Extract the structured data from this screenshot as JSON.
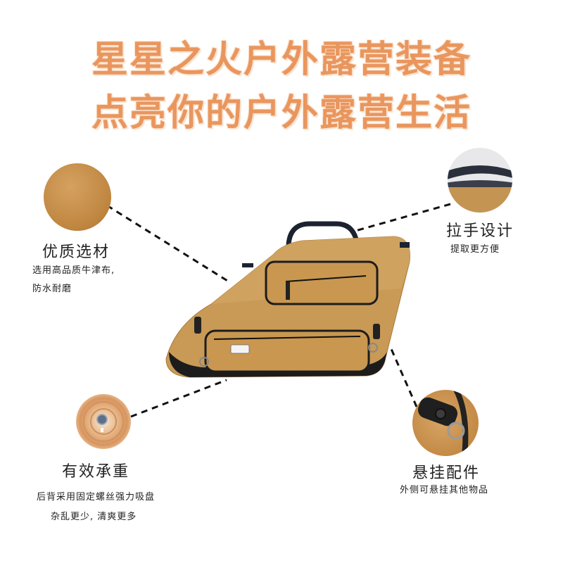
{
  "headline": {
    "line1": "星星之火户外露营装备",
    "line2": "点亮你的户外露营生活"
  },
  "features": {
    "material": {
      "title": "优质选材",
      "desc_line1": "选用高品质牛津布,",
      "desc_line2": "防水耐磨"
    },
    "handle": {
      "title": "拉手设计",
      "desc_line1": "提取更方便"
    },
    "load": {
      "title": "有效承重",
      "desc_line1": "后背采用固定螺丝强力吸盘",
      "desc_line2": "杂乱更少, 清爽更多"
    },
    "accessory": {
      "title": "悬挂配件",
      "desc_line1": "外侧可悬挂其他物品"
    }
  },
  "colors": {
    "headline": "#e9965e",
    "bag_body": "#c99a56",
    "bag_trim": "#1c1c1c",
    "fabric": "#c58e48"
  }
}
